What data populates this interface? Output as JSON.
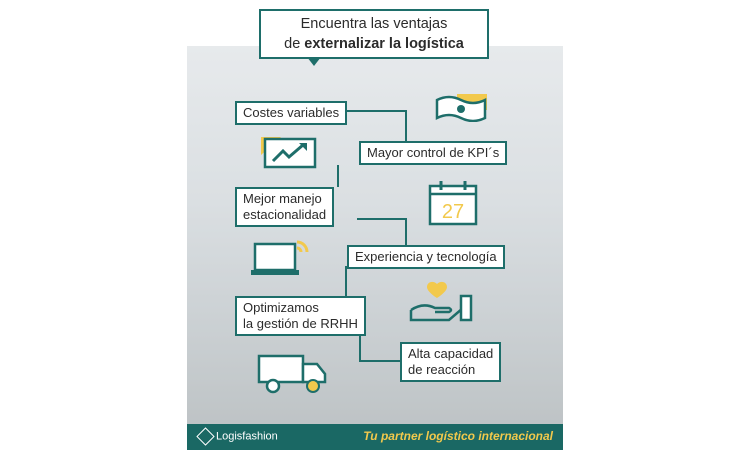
{
  "header": {
    "title_line1": "Encuentra las ventajas",
    "title_line2_prefix": "de ",
    "title_line2_bold": "externalizar la logística"
  },
  "benefits": [
    {
      "label": "Costes variables"
    },
    {
      "label": "Mayor control de KPI´s"
    },
    {
      "label_line1": "Mejor manejo",
      "label_line2": "estacionalidad"
    },
    {
      "label": "Experiencia y tecnología"
    },
    {
      "label_line1": "Optimizamos",
      "label_line2": "la gestión de RRHH"
    },
    {
      "label_line1": "Alta capacidad",
      "label_line2": "de reacción"
    }
  ],
  "calendar": {
    "day": "27"
  },
  "icons": [
    "money-bill-icon",
    "trend-chart-icon",
    "calendar-icon",
    "laptop-wifi-icon",
    "hand-heart-icon",
    "truck-icon"
  ],
  "footer": {
    "brand": "Logisfashion",
    "tagline": "Tu partner logístico internacional"
  },
  "colors": {
    "primary": "#1e6e6a",
    "accent": "#f2c94c",
    "footer_bg": "#1a6864"
  }
}
